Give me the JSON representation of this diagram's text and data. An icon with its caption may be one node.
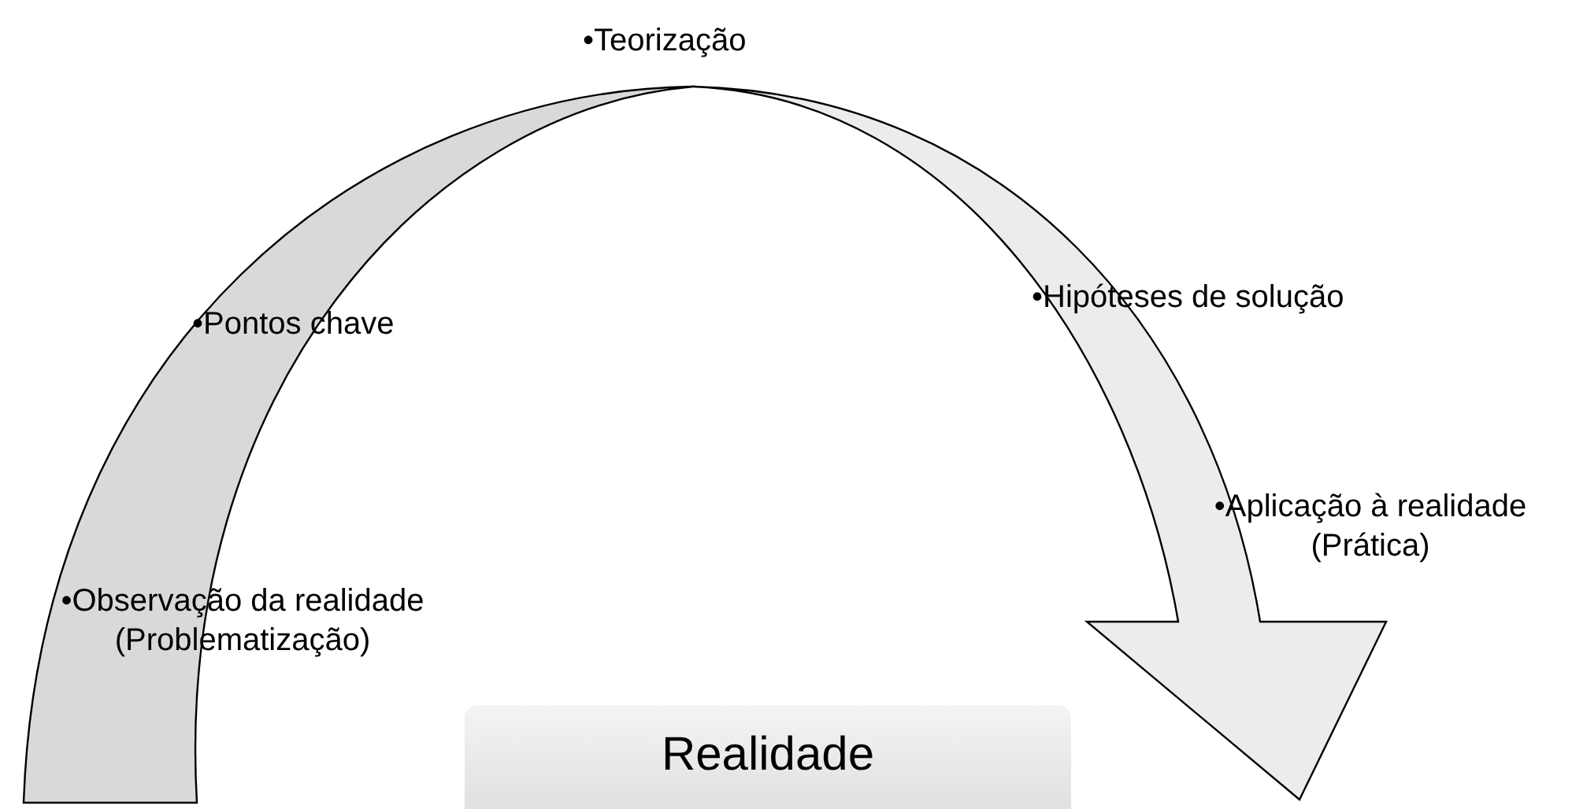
{
  "diagram": {
    "nodes": [
      {
        "text": [
          "Realidade"
        ]
      }
    ],
    "edges": [],
    "labels": [
      "•Teorização",
      "•Pontos chave",
      "•Hipóteses de solução",
      "•Aplicação à realidade (Prática)",
      "•Observação da realidade (Problematização)"
    ]
  }
}
